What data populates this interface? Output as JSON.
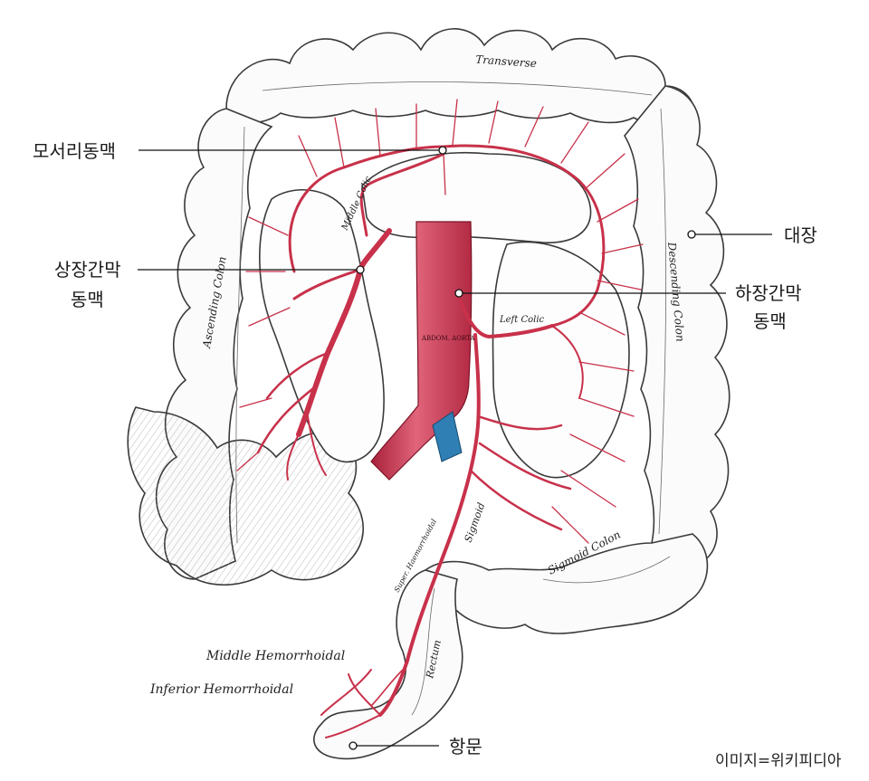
{
  "labels": {
    "marginal_artery": "모서리동맥",
    "sma_line1": "상장간막",
    "sma_line2": "동맥",
    "ima_line1": "하장간막",
    "ima_line2": "동맥",
    "colon": "대장",
    "anus": "항문"
  },
  "engraving": {
    "transverse": "Transverse",
    "ascending_colon": "Ascending Colon",
    "descending_colon": "Descending Colon",
    "middle_colic": "Middle Colic",
    "left_colic": "Left Colic",
    "abdominal_aorta": "ABDOM. AORTA",
    "sigmoid": "Sigmoid",
    "sigmoid_colon": "Sigmoid Colon",
    "superior_hemorrhoidal": "Super. Haemorrhoidal",
    "rectum": "Rectum",
    "middle_hemorrhoidal": "Middle Hemorrhoidal",
    "inferior_hemorrhoidal": "Inferior Hemorrhoidal"
  },
  "credit": "이미지=위키피디아",
  "colors": {
    "artery": "#c8314a",
    "artery_light": "#e0647a",
    "vein": "#2f7fb5",
    "ink": "#3a3a3a",
    "leader": "#111111"
  }
}
